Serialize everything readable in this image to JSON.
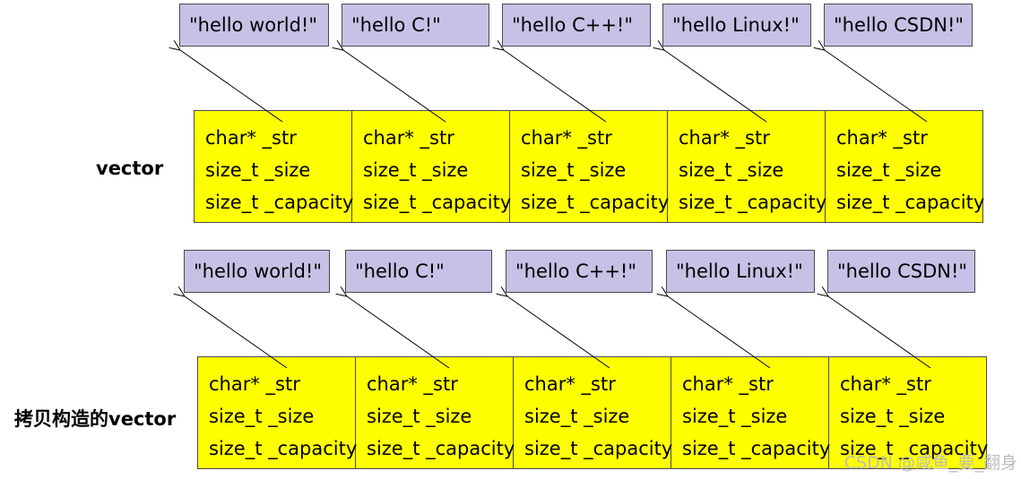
{
  "diagrams": [
    {
      "label": "vector",
      "strings": [
        "\"hello world!\"",
        "\"hello C!\"",
        "\"hello C++!\"",
        "\"hello Linux!\"",
        "\"hello CSDN!\""
      ],
      "fields": [
        "char* _str",
        "size_t _size",
        "size_t _capacity"
      ]
    },
    {
      "label": "拷贝构造的vector",
      "strings": [
        "\"hello world!\"",
        "\"hello C!\"",
        "\"hello C++!\"",
        "\"hello Linux!\"",
        "\"hello CSDN!\""
      ],
      "fields": [
        "char* _str",
        "size_t _size",
        "size_t _capacity"
      ]
    }
  ],
  "watermark": "CSDN @咸鱼_要_翻身"
}
